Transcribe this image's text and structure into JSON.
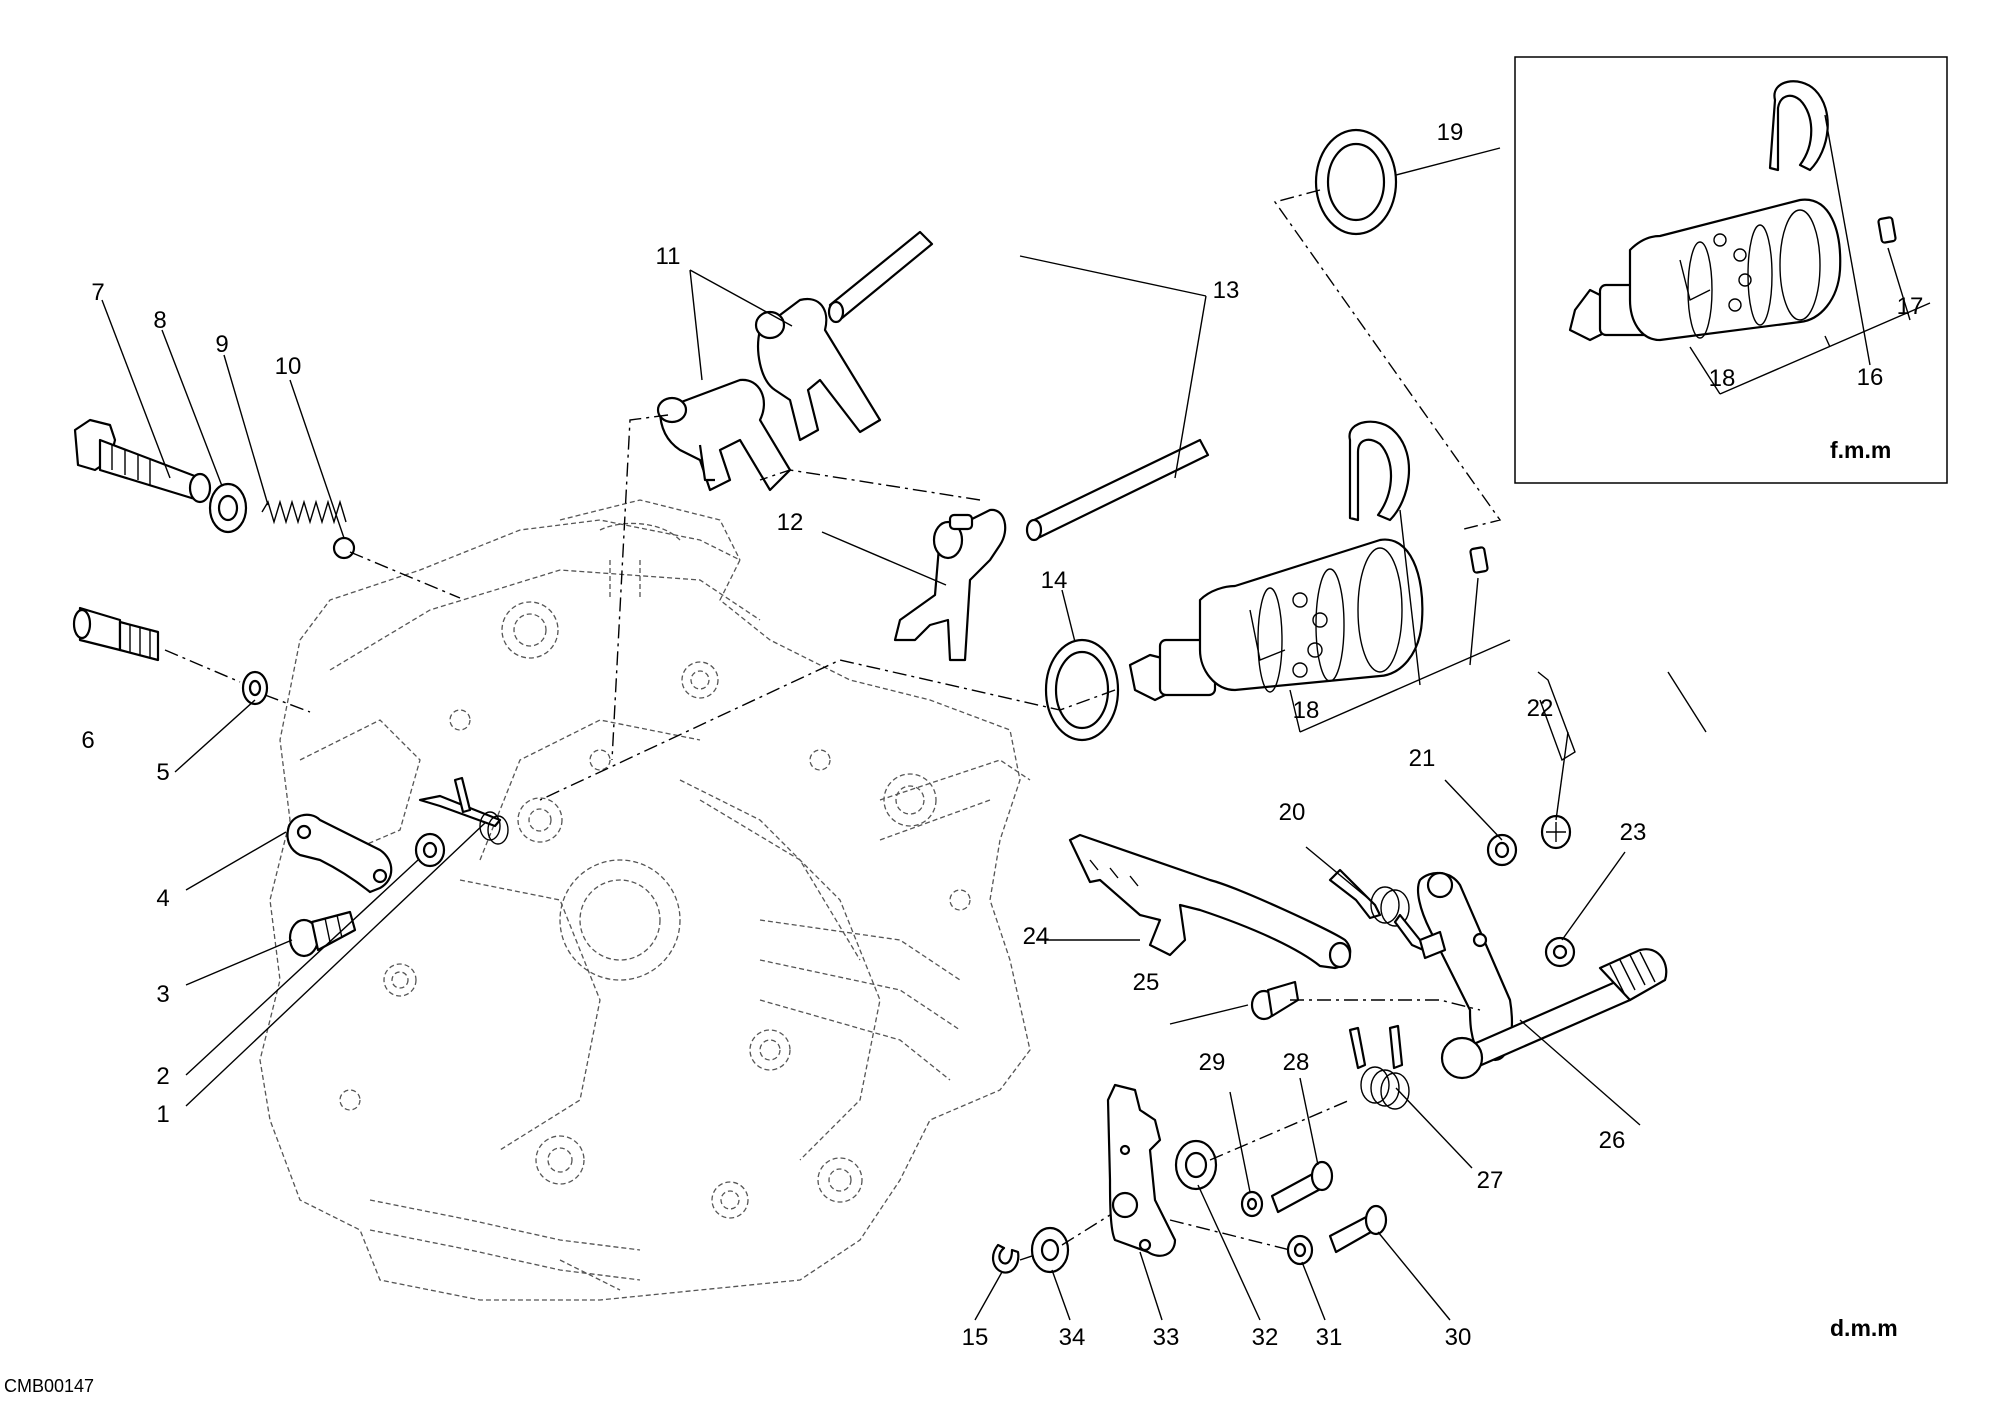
{
  "diagram_code": "CMB00147",
  "tag_inset": "f.m.m",
  "tag_main": "d.m.m",
  "callouts": [
    {
      "id": "c1",
      "label": "1"
    },
    {
      "id": "c2",
      "label": "2"
    },
    {
      "id": "c3",
      "label": "3"
    },
    {
      "id": "c4",
      "label": "4"
    },
    {
      "id": "c5",
      "label": "5"
    },
    {
      "id": "c6",
      "label": "6"
    },
    {
      "id": "c7",
      "label": "7"
    },
    {
      "id": "c8",
      "label": "8"
    },
    {
      "id": "c9",
      "label": "9"
    },
    {
      "id": "c10",
      "label": "10"
    },
    {
      "id": "c11",
      "label": "11"
    },
    {
      "id": "c12",
      "label": "12"
    },
    {
      "id": "c13",
      "label": "13"
    },
    {
      "id": "c14",
      "label": "14"
    },
    {
      "id": "c15",
      "label": "15"
    },
    {
      "id": "c16",
      "label": "16"
    },
    {
      "id": "c17",
      "label": "17"
    },
    {
      "id": "c18a",
      "label": "18"
    },
    {
      "id": "c18b",
      "label": "18"
    },
    {
      "id": "c19",
      "label": "19"
    },
    {
      "id": "c20",
      "label": "20"
    },
    {
      "id": "c21",
      "label": "21"
    },
    {
      "id": "c22",
      "label": "22"
    },
    {
      "id": "c23",
      "label": "23"
    },
    {
      "id": "c24",
      "label": "24"
    },
    {
      "id": "c25",
      "label": "25"
    },
    {
      "id": "c26",
      "label": "26"
    },
    {
      "id": "c27",
      "label": "27"
    },
    {
      "id": "c28",
      "label": "28"
    },
    {
      "id": "c29",
      "label": "29"
    },
    {
      "id": "c30",
      "label": "30"
    },
    {
      "id": "c31",
      "label": "31"
    },
    {
      "id": "c32",
      "label": "32"
    },
    {
      "id": "c33",
      "label": "33"
    },
    {
      "id": "c34",
      "label": "34"
    }
  ]
}
